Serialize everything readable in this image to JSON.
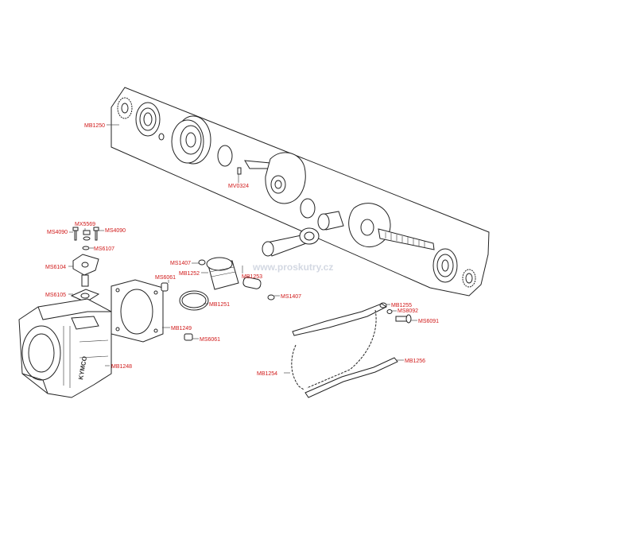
{
  "watermark": "www.proskutry.cz",
  "colors": {
    "label": "#d01818",
    "line": "#222222",
    "background": "#ffffff"
  },
  "cylinder_brand": "KYMCO",
  "parts": [
    {
      "id": "mb1250",
      "code": "MB1250"
    },
    {
      "id": "mv0324",
      "code": "MV0324"
    },
    {
      "id": "mx5569",
      "code": "MX5569"
    },
    {
      "id": "ms4090-left",
      "code": "MS4090"
    },
    {
      "id": "ms4090-right",
      "code": "MS4090"
    },
    {
      "id": "ms6107",
      "code": "MS6107"
    },
    {
      "id": "ms6104",
      "code": "MS6104"
    },
    {
      "id": "ms6105",
      "code": "MS6105"
    },
    {
      "id": "ms1407-top",
      "code": "MS1407"
    },
    {
      "id": "mb1252",
      "code": "MB1252"
    },
    {
      "id": "mb1253",
      "code": "MB1253"
    },
    {
      "id": "ms6061-top",
      "code": "MS6061"
    },
    {
      "id": "mb1251",
      "code": "MB1251"
    },
    {
      "id": "ms1407-bottom",
      "code": "MS1407"
    },
    {
      "id": "mb1249",
      "code": "MB1249"
    },
    {
      "id": "ms6061-bottom",
      "code": "MS6061"
    },
    {
      "id": "mb1248",
      "code": "MB1248"
    },
    {
      "id": "mb1255",
      "code": "MB1255"
    },
    {
      "id": "ms8092",
      "code": "MS8092"
    },
    {
      "id": "ms6091",
      "code": "MS6091"
    },
    {
      "id": "mb1256",
      "code": "MB1256"
    },
    {
      "id": "mb1254",
      "code": "MB1254"
    }
  ]
}
